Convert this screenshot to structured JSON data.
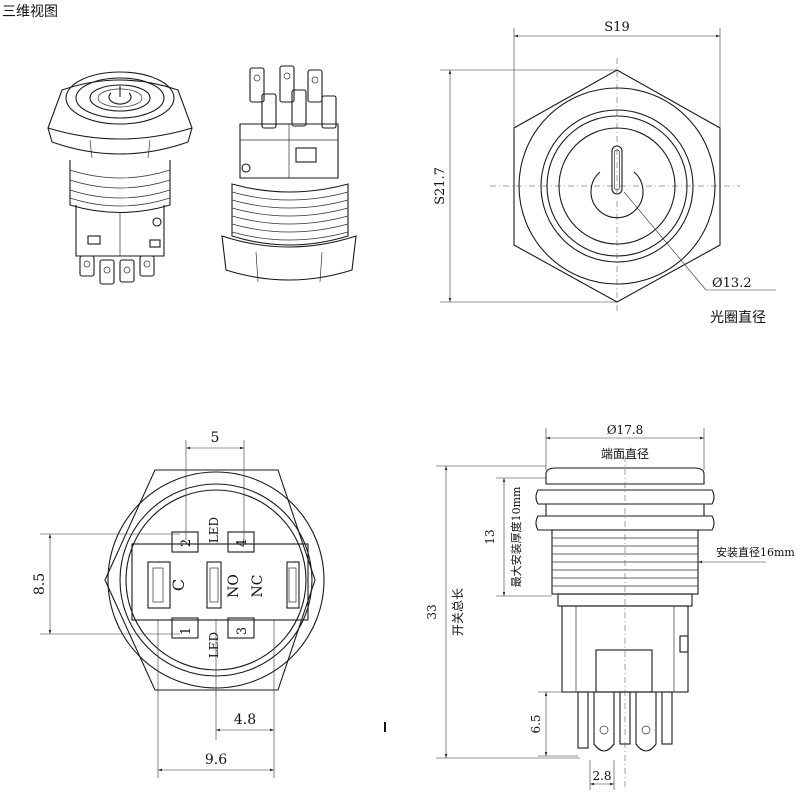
{
  "title": "三维视图",
  "top_right": {
    "width_label": "S19",
    "height_label": "S21.7",
    "ring_label": "Ø13.2",
    "ring_desc": "光圈直径"
  },
  "bottom_left": {
    "pin_gap": "5",
    "height": "8.5",
    "half_offset": "4.8",
    "total_offset": "9.6",
    "pins": {
      "p2": "2",
      "p4": "4",
      "led_top": "LED",
      "c": "C",
      "no": "NO",
      "nc": "NC",
      "p1": "1",
      "p3": "3",
      "led_bottom": "LED"
    }
  },
  "bottom_right": {
    "head_dia": "Ø17.8",
    "head_desc": "端面直径",
    "thickness": "13",
    "thickness_desc": "最大安装厚度10mm",
    "install_desc": "安装直径16mm",
    "total_len": "33",
    "total_desc": "开关总长",
    "pin_len": "6.5",
    "pin_pitch": "2.8"
  }
}
